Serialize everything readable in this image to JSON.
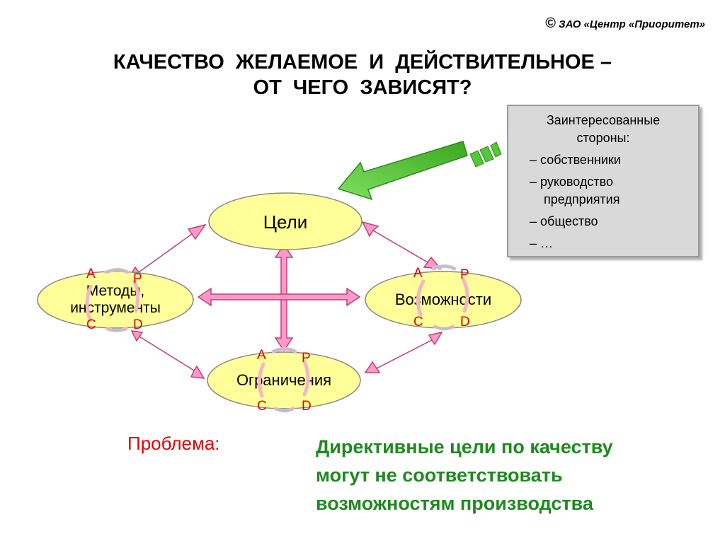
{
  "copyright": {
    "symbol": "©",
    "text": "ЗАО «Центр «Приоритет»"
  },
  "title": {
    "line1": "КАЧЕСТВО  ЖЕЛАЕМОЕ  И  ДЕЙСТВИТЕЛЬНОЕ –",
    "line2": "ОТ  ЧЕГО  ЗАВИСЯТ?"
  },
  "stakeholders": {
    "heading": "Заинтересованные",
    "heading2": "стороны:",
    "items": [
      "– собственники",
      "– руководство",
      "предприятия",
      "– общество",
      "– …"
    ]
  },
  "nodes": {
    "goals": "Цели",
    "methods_line1": "Методы,",
    "methods_line2": "инструменты",
    "capabilities": "Возможности",
    "constraints": "Ограничения"
  },
  "pdca": {
    "a": "A",
    "p": "P",
    "c": "C",
    "d": "D"
  },
  "problem": {
    "label": "Проблема:",
    "line1": "Директивные цели по качеству",
    "line2": "могут не соответствовать",
    "line3": "возможностям производства"
  },
  "colors": {
    "node_fill": "#ffff99",
    "arrow_fill": "#ff99cc",
    "arrow_stroke": "#c0406e",
    "green_arrow": "#55c838",
    "pdca_text": "#e00000",
    "problem_text": "#1e8a1e"
  }
}
